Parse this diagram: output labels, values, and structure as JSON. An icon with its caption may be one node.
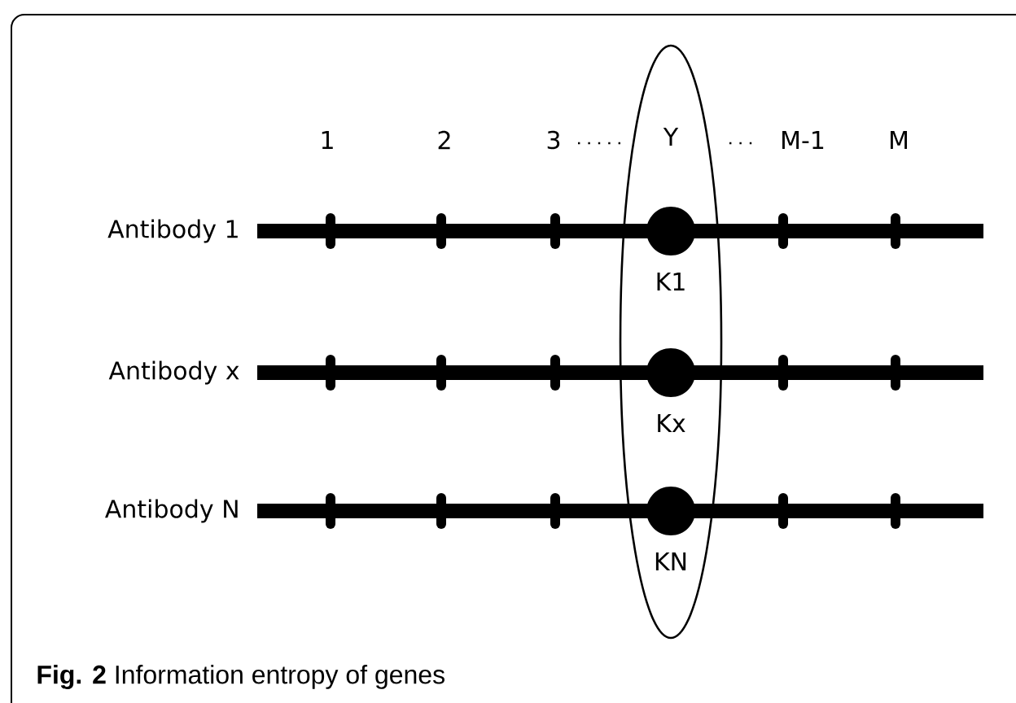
{
  "diagram": {
    "caption": "**Fig. 2** Information entropy of genes",
    "labels": [
      "1",
      "2",
      "3",
      "Y",
      "M-1",
      "M",
      "Antibody 1",
      "K1",
      "Antibody x",
      "Kx",
      "Antibody N",
      "KN"
    ]
  }
}
